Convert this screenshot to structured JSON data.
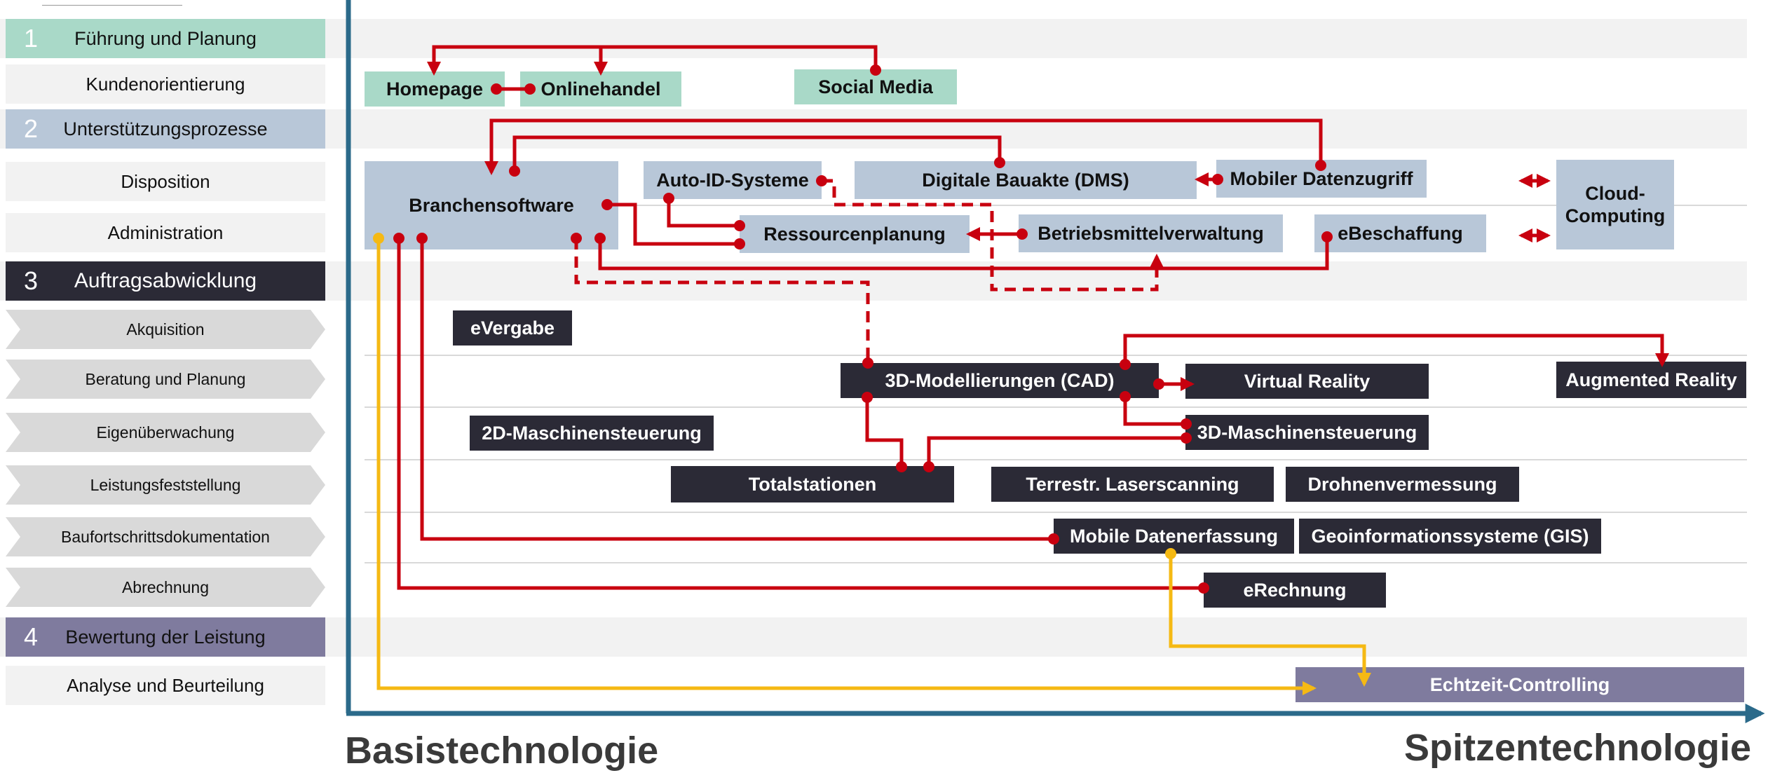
{
  "colors": {
    "teal": "#a9d9c8",
    "blue": "#b8c7d8",
    "dark": "#2b2a36",
    "purple": "#7f7b9e",
    "red": "#c8000f",
    "yellow": "#f5b914",
    "axis": "#2b6a8a"
  },
  "categories": {
    "c1": {
      "num": "1",
      "label": "Führung und Planung"
    },
    "c1_sub": "Kundenorientierung",
    "c2": {
      "num": "2",
      "label": "Unterstützungsprozesse"
    },
    "c2_sub": [
      "Disposition",
      "Administration"
    ],
    "c3": {
      "num": "3",
      "label": "Auftragsabwicklung"
    },
    "c3_sub": [
      "Akquisition",
      "Beratung und Planung",
      "Eigenüberwachung",
      "Leistungsfeststellung",
      "Baufortschrittsdokumentation",
      "Abrechnung"
    ],
    "c4": {
      "num": "4",
      "label": "Bewertung der Leistung"
    },
    "c4_sub": "Analyse und Beurteilung"
  },
  "technologies": {
    "homepage": "Homepage",
    "onlinehandel": "Onlinehandel",
    "social_media": "Social Media",
    "branchensoftware": "Branchensoftware",
    "auto_id": "Auto-ID-Systeme",
    "bauakte": "Digitale Bauakte (DMS)",
    "mobiler_zugriff": "Mobiler Datenzugriff",
    "cloud": "Cloud-\nComputing",
    "ressourcenplanung": "Ressourcenplanung",
    "betriebsmittel": "Betriebsmittelverwaltung",
    "ebeschaffung": "eBeschaffung",
    "evergabe": "eVergabe",
    "cad": "3D-Modellierungen (CAD)",
    "vr": "Virtual Reality",
    "ar": "Augmented Reality",
    "ms2d": "2D-Maschinensteuerung",
    "ms3d": "3D-Maschinensteuerung",
    "totalstationen": "Totalstationen",
    "laserscanning": "Terrestr. Laserscanning",
    "drohnen": "Drohnenvermessung",
    "mobile_erfassung": "Mobile Datenerfassung",
    "gis": "Geoinformationssysteme (GIS)",
    "erechnung": "eRechnung",
    "controlling": "Echtzeit-Controlling"
  },
  "axis": {
    "left": "Basistechnologie",
    "right": "Spitzentechnologie"
  }
}
